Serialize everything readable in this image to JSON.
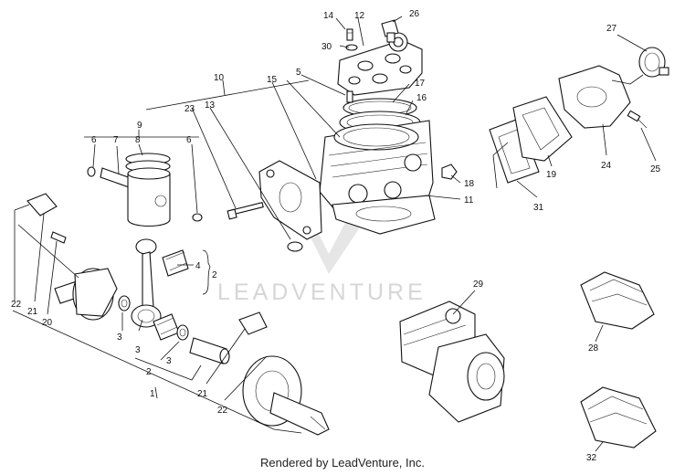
{
  "watermark": "LEADVENTURE",
  "footer": "Rendered by LeadVenture, Inc.",
  "callouts": {
    "c1": "1",
    "c2a": "2",
    "c2b": "2",
    "c3a": "3",
    "c3b": "3",
    "c3c": "3",
    "c4": "4",
    "c5": "5",
    "c6a": "6",
    "c6b": "6",
    "c7": "7",
    "c8": "8",
    "c9": "9",
    "c10": "10",
    "c11": "11",
    "c12": "12",
    "c13": "13",
    "c14": "14",
    "c15": "15",
    "c16": "16",
    "c17": "17",
    "c18": "18",
    "c19": "19",
    "c20": "20",
    "c21a": "21",
    "c21b": "21",
    "c22a": "22",
    "c22b": "22",
    "c23": "23",
    "c24": "24",
    "c25": "25",
    "c26": "26",
    "c27": "27",
    "c28": "28",
    "c29": "29",
    "c30": "30",
    "c31": "31",
    "c32": "32"
  }
}
